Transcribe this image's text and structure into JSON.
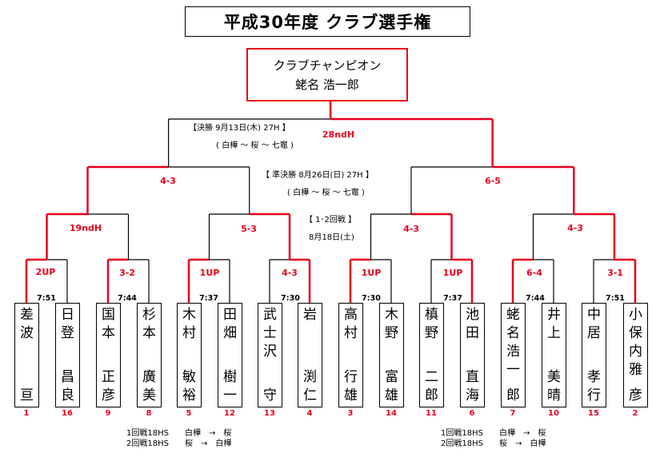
{
  "title": "平成30年度 クラブ選手権",
  "champion": {
    "label": "クラブチャンピオン",
    "name": "蛯名 浩一郎"
  },
  "final": {
    "info_line1": "【決勝 9月13日(木) 27H 】",
    "info_line2": "( 白樺 ～ 桜 ～ 七竈 )",
    "score": "28ndH"
  },
  "semifinal": {
    "info_line1": "【 準決勝 8月26日(日) 27H 】",
    "info_line2": "( 白樺 ～ 桜 ～ 七竈 )",
    "scores": [
      "4-3",
      "6-5"
    ]
  },
  "round12": {
    "info_line1": "【 1･2回戦 】",
    "info_line2": "8月18日(土)"
  },
  "quarter_scores": [
    "19ndH",
    "5-3",
    "4-3",
    "4-3"
  ],
  "first_scores": [
    "2UP",
    "3-2",
    "1UP",
    "4-3",
    "1UP",
    "1UP",
    "6-4",
    "3-1"
  ],
  "start_times": [
    "7:51",
    "7:44",
    "7:37",
    "7:30",
    "7:30",
    "7:37",
    "7:44",
    "7:51"
  ],
  "players": [
    {
      "family": [
        "差",
        "波"
      ],
      "given": [
        "亘"
      ],
      "seed": "1"
    },
    {
      "family": [
        "日",
        "登"
      ],
      "given": [
        "昌",
        "良"
      ],
      "seed": "16"
    },
    {
      "family": [
        "国",
        "本"
      ],
      "given": [
        "正",
        "彦"
      ],
      "seed": "9"
    },
    {
      "family": [
        "杉",
        "本"
      ],
      "given": [
        "廣",
        "美"
      ],
      "seed": "8"
    },
    {
      "family": [
        "木",
        "村"
      ],
      "given": [
        "敏",
        "裕"
      ],
      "seed": "5"
    },
    {
      "family": [
        "田",
        "畑"
      ],
      "given": [
        "樹",
        "一"
      ],
      "seed": "12"
    },
    {
      "family": [
        "武",
        "士",
        "沢"
      ],
      "given": [
        "守"
      ],
      "seed": "13"
    },
    {
      "family": [
        "岩"
      ],
      "given": [
        "渕",
        "仁"
      ],
      "seed": "4"
    },
    {
      "family": [
        "高",
        "村"
      ],
      "given": [
        "行",
        "雄"
      ],
      "seed": "3"
    },
    {
      "family": [
        "木",
        "野"
      ],
      "given": [
        "富",
        "雄"
      ],
      "seed": "14"
    },
    {
      "family": [
        "槙",
        "野"
      ],
      "given": [
        "二",
        "郎"
      ],
      "seed": "11"
    },
    {
      "family": [
        "池",
        "田"
      ],
      "given": [
        "直",
        "海"
      ],
      "seed": "6"
    },
    {
      "family": [
        "蛯",
        "名",
        "浩",
        "一"
      ],
      "given": [
        "郎"
      ],
      "seed": "7"
    },
    {
      "family": [
        "井",
        "上"
      ],
      "given": [
        "美",
        "晴"
      ],
      "seed": "10"
    },
    {
      "family": [
        "中",
        "居"
      ],
      "given": [
        "孝",
        "行"
      ],
      "seed": "15"
    },
    {
      "family": [
        "小",
        "保",
        "内",
        "雅"
      ],
      "given": [
        "彦"
      ],
      "seed": "2"
    }
  ],
  "course_notes": {
    "left": "1回戦18HS　　白樺　→　桜\n2回戦18HS　　桜　→　白樺",
    "right": "1回戦18HS　　白樺　→　桜\n2回戦18HS　　桜　→　白樺"
  },
  "colors": {
    "winner_line": "#e8001c",
    "loser_line": "#000000"
  }
}
